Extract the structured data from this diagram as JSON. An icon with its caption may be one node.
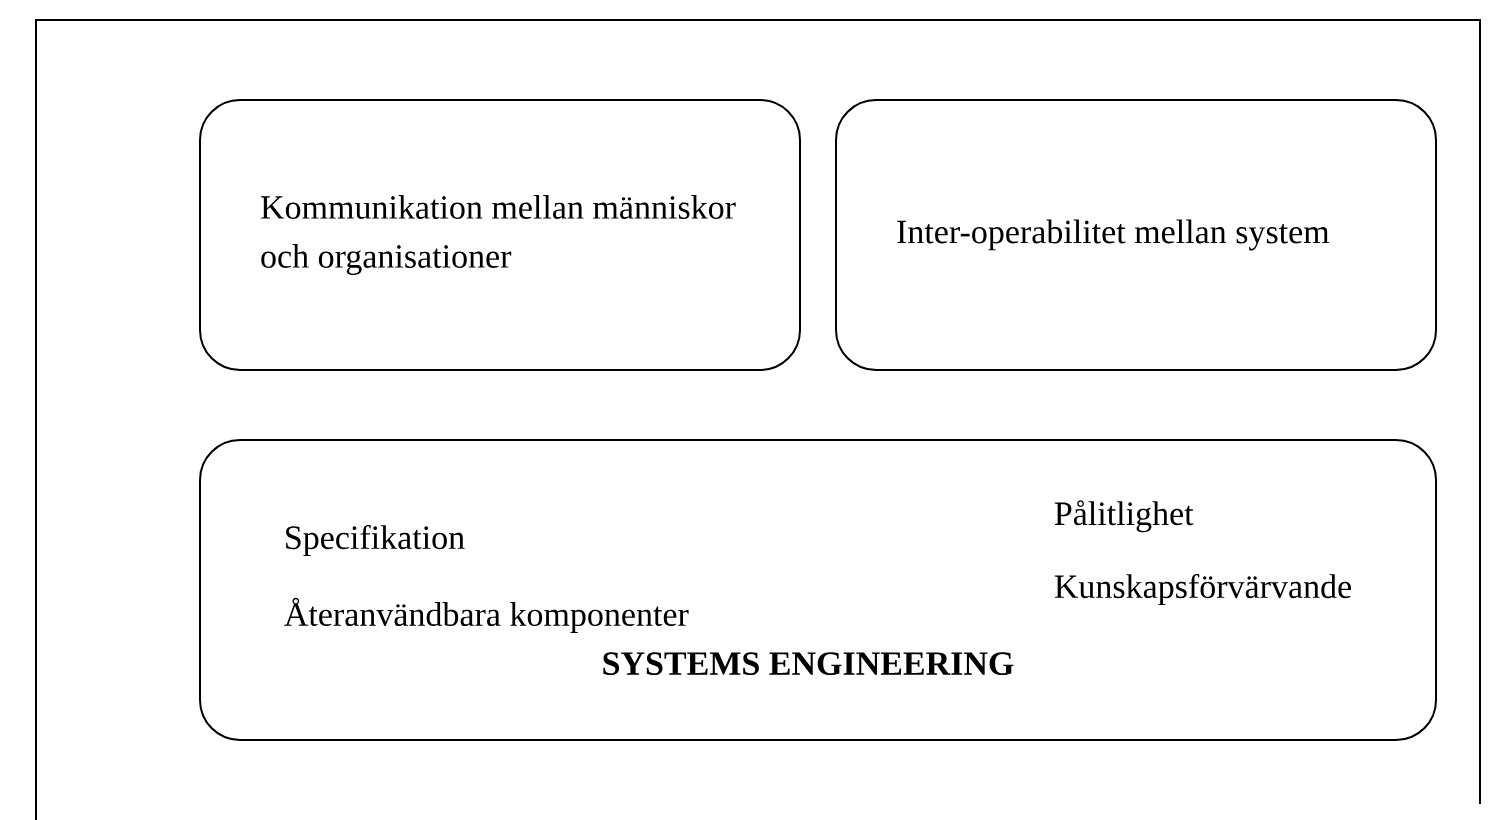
{
  "diagram": {
    "nodes": [
      {
        "text": [
          "Kommunikation mellan människor och organisationer"
        ]
      },
      {
        "text": [
          "Inter-operabilitet mellan system"
        ]
      },
      {
        "text": [
          "Specifikation",
          "Pålitlighet",
          "Återanvändbara komponenter",
          "Kunskapsförvärvande",
          "SYSTEMS ENGINEERING"
        ]
      }
    ]
  }
}
